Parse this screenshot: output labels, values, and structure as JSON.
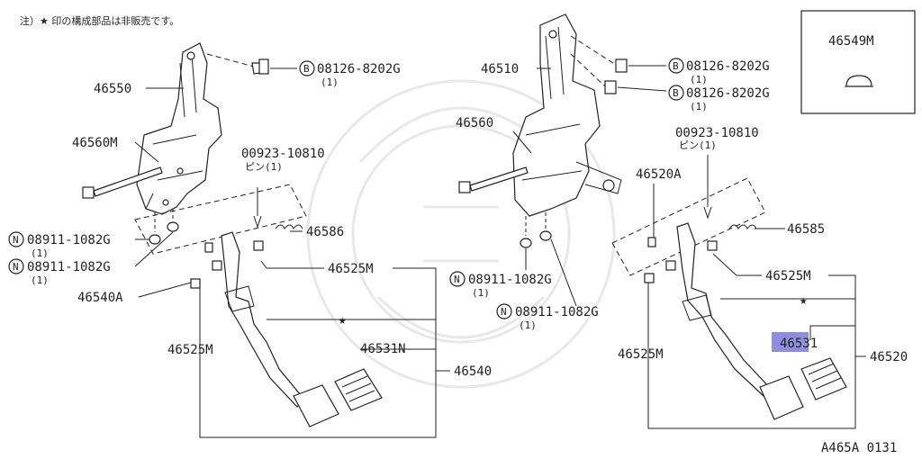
{
  "note": "注）★ 印の構成部品は非販売です。",
  "figure_code": "A465A 0131",
  "left": {
    "p46550": "46550",
    "p46560M": "46560M",
    "bolt_b": "08126-8202G",
    "bolt_b_qty": "(1)",
    "pin": "00923-10810",
    "pin_sub": "ピン(1)",
    "p46586": "46586",
    "nut_1": "08911-1082G",
    "nut_1_qty": "(1)",
    "nut_2": "08911-1082G",
    "nut_2_qty": "(1)",
    "p46525M_a": "46525M",
    "p46540A": "46540A",
    "p46525M_b": "46525M",
    "p46531N": "46531N",
    "p46540": "46540"
  },
  "right": {
    "p46510": "46510",
    "bolt_b1": "08126-8202G",
    "bolt_b1_qty": "(1)",
    "bolt_b2": "08126-8202G",
    "bolt_b2_qty": "(1)",
    "p46560": "46560",
    "pin": "00923-10810",
    "pin_sub": "ピン(1)",
    "p46520A": "46520A",
    "p46585": "46585",
    "p46525M_a": "46525M",
    "nut_1": "08911-1082G",
    "nut_1_qty": "(1)",
    "nut_2": "08911-1082G",
    "nut_2_qty": "(1)",
    "p46525M_b": "46525M",
    "p46531": "46531",
    "p46520": "46520"
  },
  "inset": {
    "p46549M": "46549M"
  },
  "markers": {
    "B": "B",
    "N": "N",
    "star": "★"
  },
  "colors": {
    "highlight": "#8e8edc",
    "line": "#222222"
  }
}
